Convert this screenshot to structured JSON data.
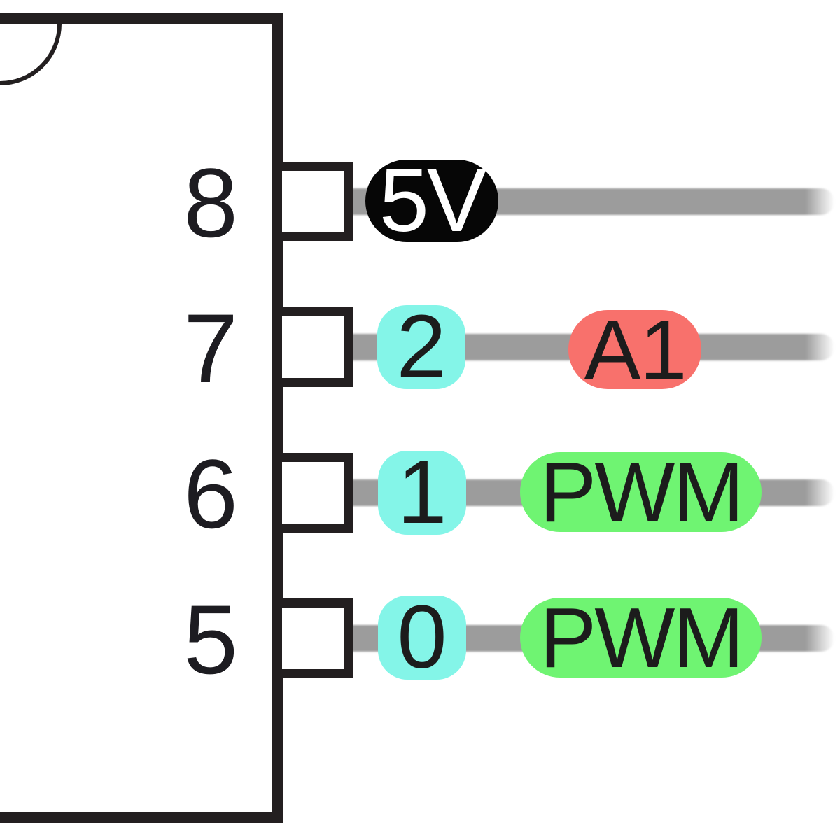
{
  "diagram": {
    "kind": "ic-pinout-detail",
    "description": "Zoomed right-hand side of a DIP-8 integrated-circuit pinout diagram with orientation notch at top-left",
    "pins": [
      {
        "number": "8",
        "labels": [
          {
            "text": "5V",
            "role": "power",
            "bg": "#060606",
            "fg": "#ffffff"
          }
        ]
      },
      {
        "number": "7",
        "labels": [
          {
            "text": "2",
            "role": "digital-io",
            "bg": "#84f5e8",
            "fg": "#1c1c1c"
          },
          {
            "text": "A1",
            "role": "analog-input",
            "bg": "#f8716c",
            "fg": "#1c1c1c"
          }
        ]
      },
      {
        "number": "6",
        "labels": [
          {
            "text": "1",
            "role": "digital-io",
            "bg": "#84f5e8",
            "fg": "#1c1c1c"
          },
          {
            "text": "PWM",
            "role": "pwm-output",
            "bg": "#6ff472",
            "fg": "#1c1c1c"
          }
        ]
      },
      {
        "number": "5",
        "labels": [
          {
            "text": "0",
            "role": "digital-io",
            "bg": "#84f5e8",
            "fg": "#1c1c1c"
          },
          {
            "text": "PWM",
            "role": "pwm-output",
            "bg": "#6ff472",
            "fg": "#1c1c1c"
          }
        ]
      }
    ]
  },
  "colors": {
    "background": "#ffffff",
    "ink": "#231f20",
    "digit": "#1d1c21",
    "wire": "#9c9c9c",
    "badge_black": "#060606",
    "badge_black_text": "#ffffff",
    "badge_cyan": "#84f5e8",
    "badge_red": "#f8716c",
    "badge_green": "#6ff472",
    "badge_text": "#1c1c1c"
  }
}
